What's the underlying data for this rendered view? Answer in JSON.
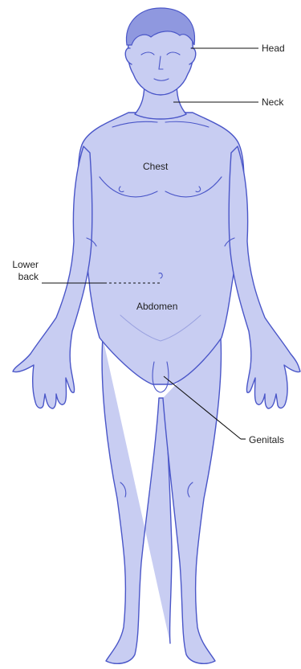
{
  "labels": {
    "head": "Head",
    "neck": "Neck",
    "chest": "Chest",
    "lower_back_line1": "Lower",
    "lower_back_line2": "back",
    "abdomen": "Abdomen",
    "genitals": "Genitals"
  },
  "colors": {
    "body_fill": "#c8cdf2",
    "body_stroke": "#4a56c8",
    "hair_fill": "#8f98df",
    "leader_line": "#111111"
  }
}
